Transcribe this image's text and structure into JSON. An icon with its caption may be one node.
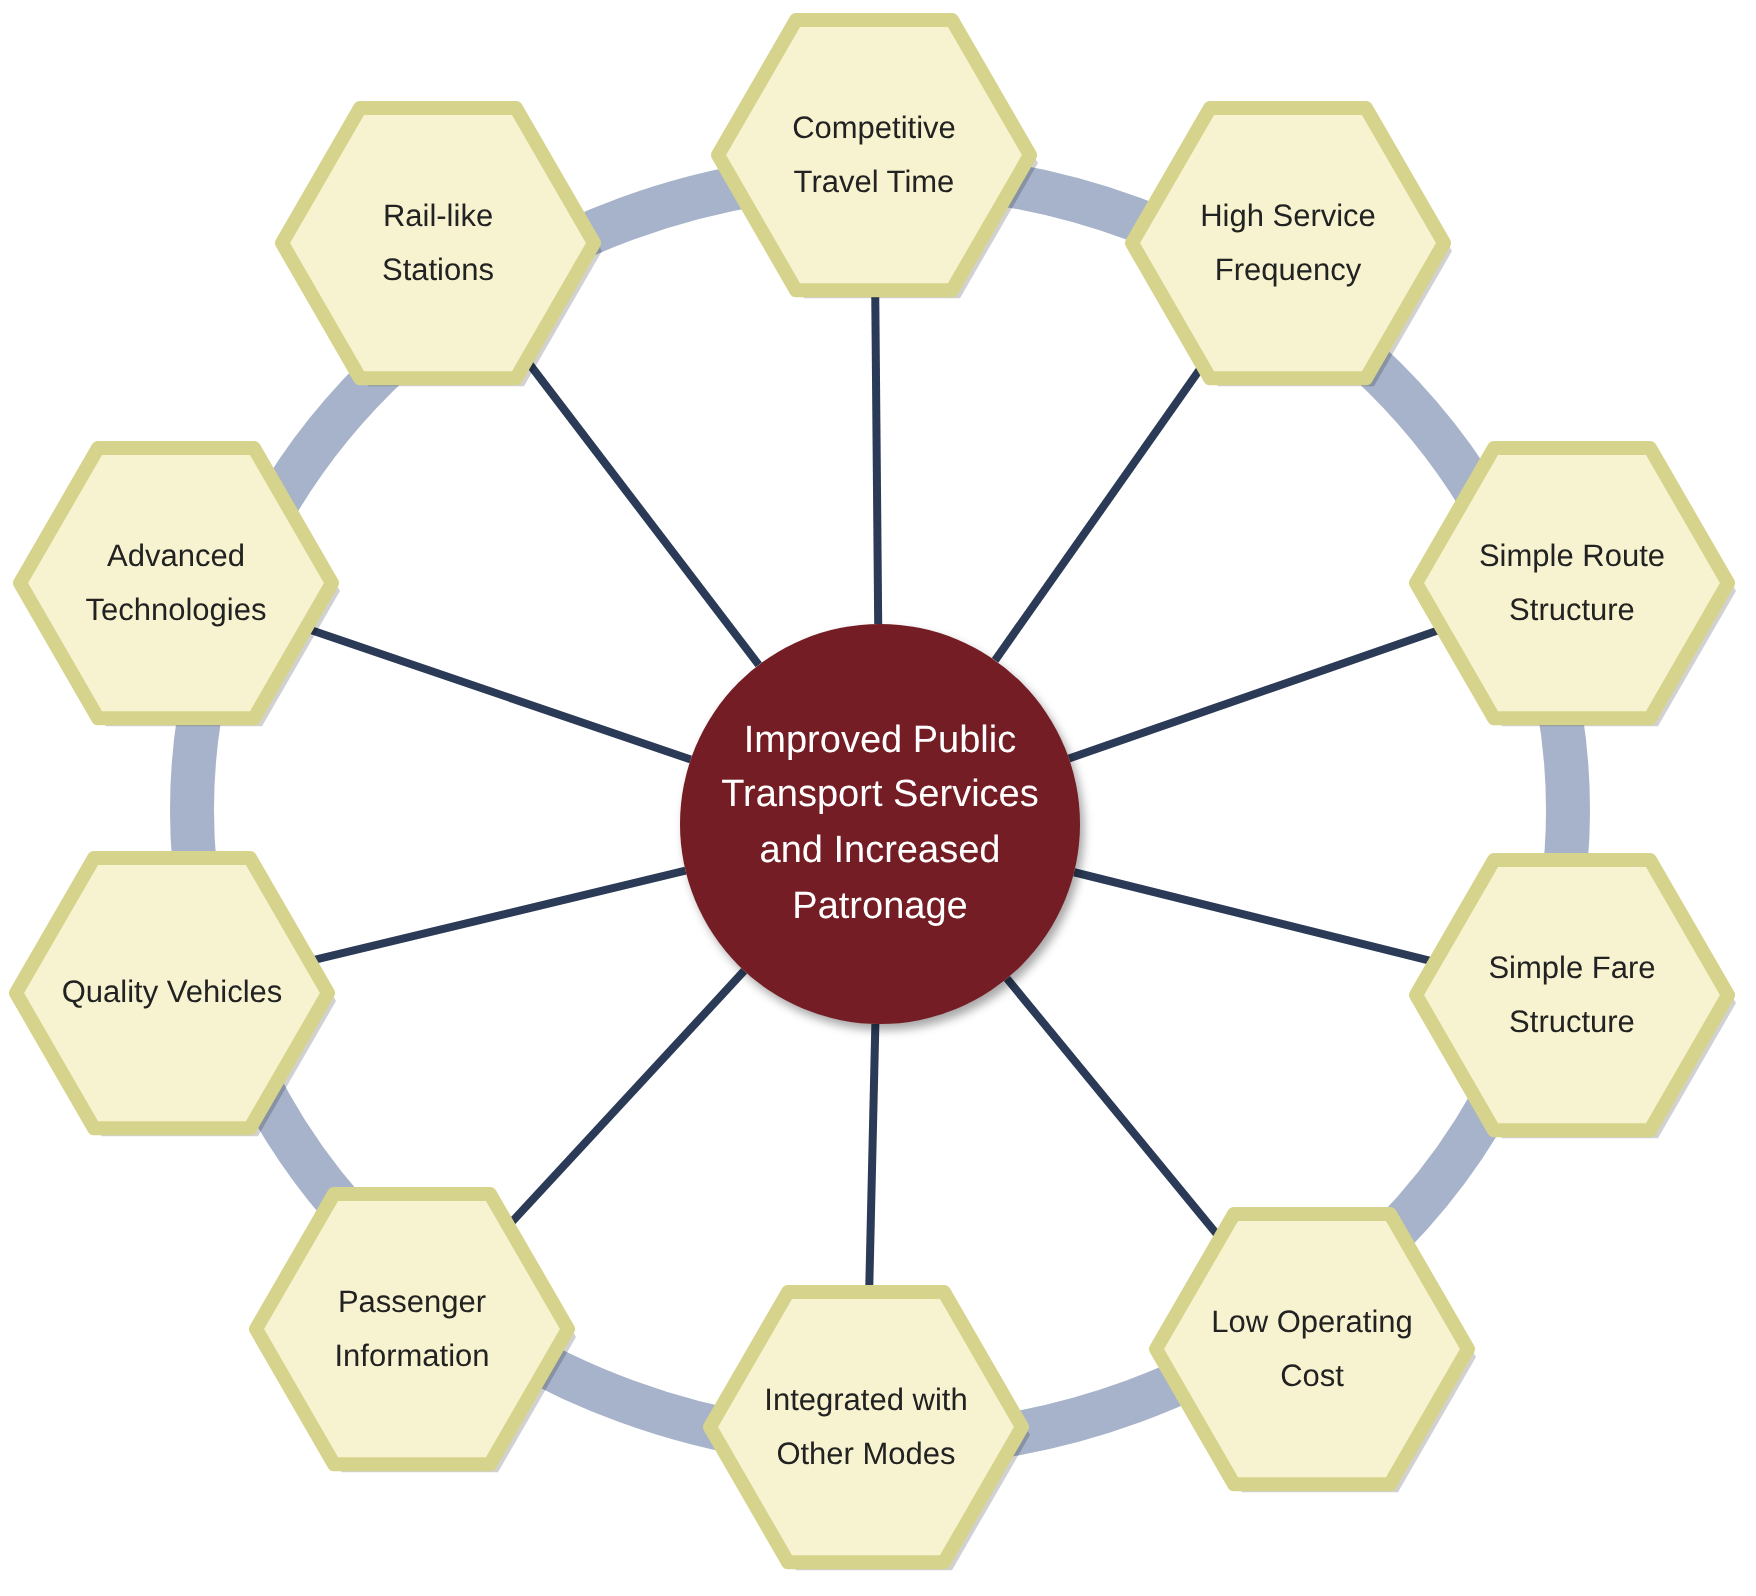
{
  "diagram": {
    "nodes": [
      {
        "text": [
          "Improved Public Transport Services and Increased Patronage"
        ]
      },
      {
        "text": [
          "Competitive Travel Time"
        ]
      },
      {
        "text": [
          "High Service Frequency"
        ]
      },
      {
        "text": [
          "Simple Route Structure"
        ]
      },
      {
        "text": [
          "Simple Fare Structure"
        ]
      },
      {
        "text": [
          "Low Operating Cost"
        ]
      },
      {
        "text": [
          "Integrated with Other Modes"
        ]
      },
      {
        "text": [
          "Passenger Information"
        ]
      },
      {
        "text": [
          "Quality Vehicles"
        ]
      },
      {
        "text": [
          "Advanced Technologies"
        ]
      },
      {
        "text": [
          "Rail-like Stations"
        ]
      }
    ],
    "edges": [
      {
        "from": 0,
        "to": 1,
        "arrow": "none"
      },
      {
        "from": 0,
        "to": 2,
        "arrow": "none"
      },
      {
        "from": 0,
        "to": 3,
        "arrow": "none"
      },
      {
        "from": 0,
        "to": 4,
        "arrow": "none"
      },
      {
        "from": 0,
        "to": 5,
        "arrow": "none"
      },
      {
        "from": 0,
        "to": 6,
        "arrow": "none"
      },
      {
        "from": 0,
        "to": 7,
        "arrow": "none"
      },
      {
        "from": 0,
        "to": 8,
        "arrow": "none"
      },
      {
        "from": 0,
        "to": 9,
        "arrow": "none"
      },
      {
        "from": 0,
        "to": 10,
        "arrow": "none"
      }
    ]
  }
}
